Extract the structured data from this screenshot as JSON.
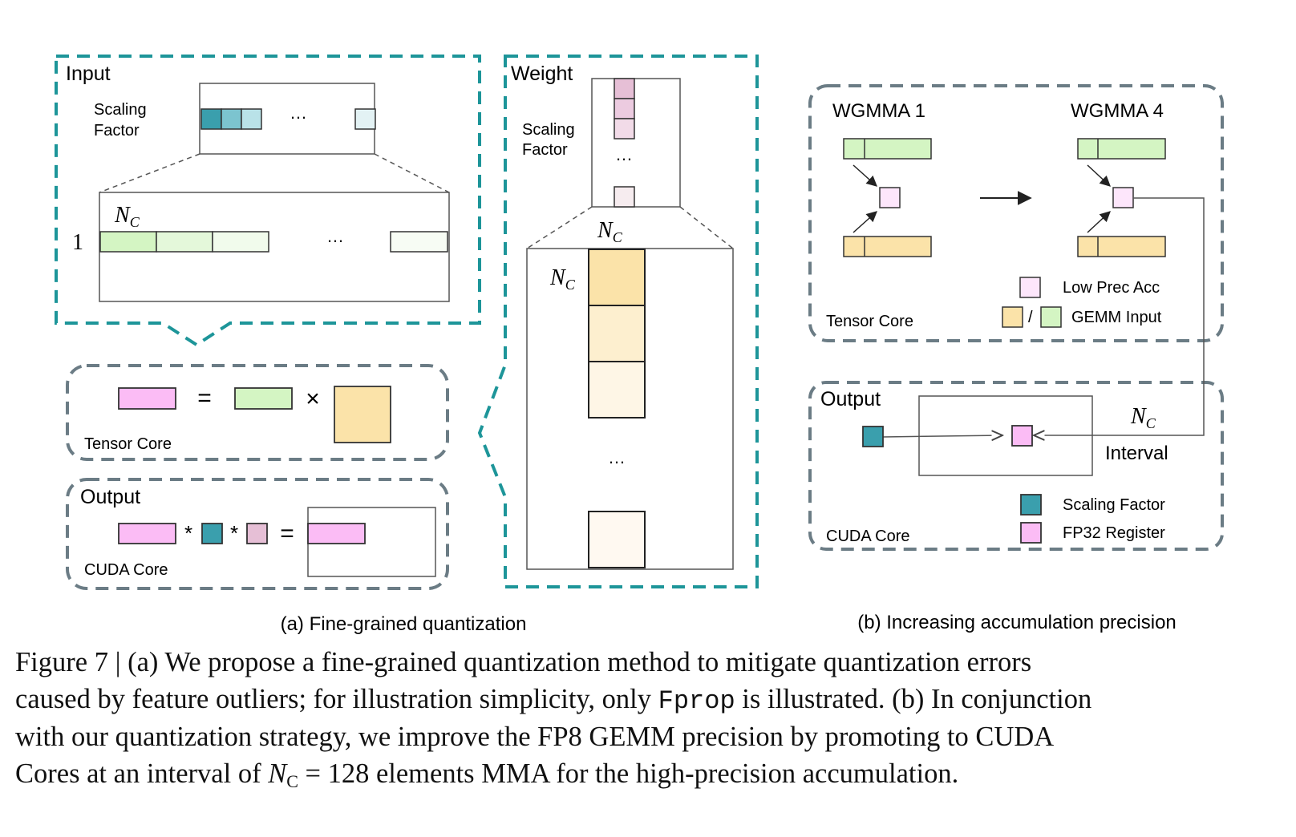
{
  "colors": {
    "teal_border": "#1d9599",
    "gray_border": "#6b7c85",
    "scale_dark": "#3a9fad",
    "scale_mid": "#7cc4cf",
    "scale_light": "#b9e2e8",
    "scale_faint": "#e3f2f4",
    "green": "#d4f5c3",
    "green_mid": "#e4f8da",
    "green_light": "#f1fbec",
    "green_faint": "#f7fcf4",
    "yellow": "#fbe3a9",
    "yellow_mid": "#fdefcf",
    "yellow_light": "#fef6e6",
    "yellow_faint": "#fff9f1",
    "weight_mauve": "#e6bfd6",
    "weight_faint": "#f6ecef",
    "pink": "#fbbcf5",
    "pink_light": "#fde6fb"
  },
  "panel_a": {
    "input_label": "Input",
    "scaling_factor_line1": "Scaling",
    "scaling_factor_line2": "Factor",
    "ellipsis": "…",
    "nc_symbol": "N",
    "nc_sub": "C",
    "row_label": "1",
    "weight_label": "Weight",
    "tensor_core_label": "Tensor Core",
    "output_label": "Output",
    "cuda_core_label": "CUDA Core",
    "equals": "=",
    "times": "×",
    "star": "*",
    "caption": "(a) Fine-grained quantization"
  },
  "panel_b": {
    "wgmma1": "WGMMA 1",
    "wgmma4": "WGMMA 4",
    "tensor_core_label": "Tensor Core",
    "legend_low_prec": "Low Prec Acc",
    "legend_slash": "/",
    "legend_gemm_input": "GEMM Input",
    "output_label": "Output",
    "interval_label": "Interval",
    "nc_symbol": "N",
    "nc_sub": "C",
    "cuda_core_label": "CUDA Core",
    "legend_scaling": "Scaling Factor",
    "legend_fp32": "FP32 Register",
    "caption": "(b) Increasing accumulation precision"
  },
  "figure_caption": {
    "line1": "Figure 7 | (a) We propose a fine-grained quantization method to mitigate quantization errors",
    "line2_a": "caused by feature outliers; for illustration simplicity, only ",
    "line2_code": "Fprop",
    "line2_b": " is illustrated. (b) In conjunction",
    "line3": "with our quantization strategy, we improve the FP8 GEMM precision by promoting to CUDA",
    "line4_a": "Cores at an interval of ",
    "line4_n": "N",
    "line4_sub": "C",
    "line4_b": " = 128 elements MMA for the high-precision accumulation."
  }
}
